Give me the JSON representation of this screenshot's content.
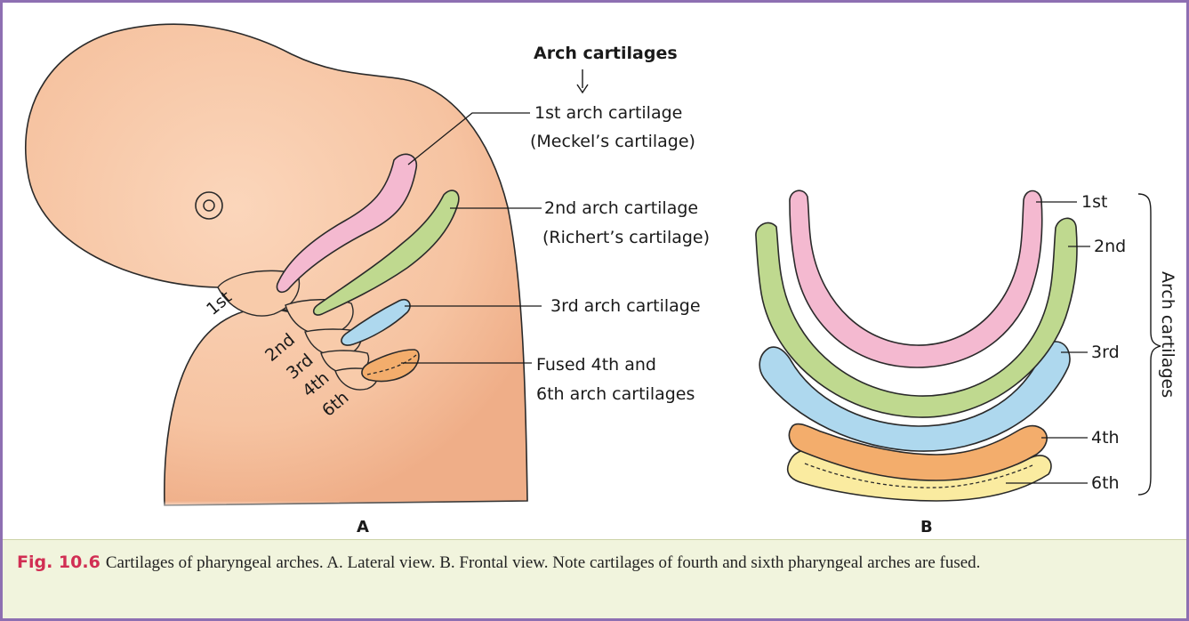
{
  "panel_a": {
    "heading": "Arch cartilages",
    "labels": {
      "first": [
        "1st arch cartilage",
        "(Meckel’s cartilage)"
      ],
      "second": [
        "2nd arch cartilage",
        "(Richert’s cartilage)"
      ],
      "third": [
        "3rd arch cartilage"
      ],
      "fused": [
        "Fused 4th and",
        "6th arch cartilages"
      ]
    },
    "arches": [
      "1st",
      "2nd",
      "3rd",
      "4th",
      "6th"
    ],
    "letter": "A"
  },
  "panel_b": {
    "arches": [
      "1st",
      "2nd",
      "3rd",
      "4th",
      "6th"
    ],
    "bracket_label": "Arch cartilages",
    "letter": "B"
  },
  "colors": {
    "skin": "#f7c6a5",
    "first_arch": "#f4b9d0",
    "second_arch": "#bfd98f",
    "third_arch": "#aed8ee",
    "fourth_arch": "#f3ad6c",
    "sixth_arch": "#faeba0",
    "frame": "#8e6fb2",
    "caption_bg": "#f1f4dd",
    "fig_number": "#d12e53"
  },
  "caption": {
    "fig_no": "Fig. 10.6",
    "text": "Cartilages of pharyngeal arches. A. Lateral view. B. Frontal view. Note cartilages of fourth and sixth pharyngeal arches are fused."
  }
}
